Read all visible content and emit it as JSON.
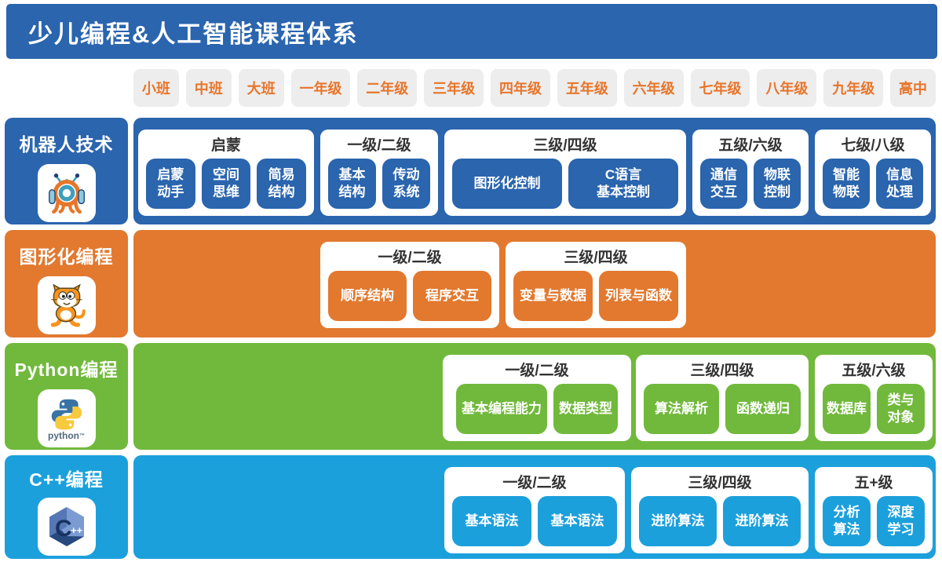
{
  "title": "少儿编程&人工智能课程体系",
  "grades": [
    "小班",
    "中班",
    "大班",
    "一年级",
    "二年级",
    "三年级",
    "四年级",
    "五年级",
    "六年级",
    "七年级",
    "八年级",
    "九年级",
    "高中"
  ],
  "palette": {
    "header_blue": "#2a65ae",
    "robotics_blue": "#2a65ae",
    "graphical_orange": "#e2792f",
    "python_green": "#71b93c",
    "cpp_cyan": "#1ca0dc",
    "grade_chip_bg": "#ededed",
    "grade_text_orange": "#e8752a",
    "card_text": "#333333"
  },
  "branding": {
    "python_wordmark": "python",
    "python_tm": "™",
    "cpp_letter": "C",
    "cpp_plus": "++"
  },
  "rows": [
    {
      "label": "机器人技术",
      "icon": "robot-icon",
      "cards": [
        {
          "level": "启蒙",
          "courses": [
            "启蒙\n动手",
            "空间\n思维",
            "简易\n结构"
          ]
        },
        {
          "level": "一级/二级",
          "courses": [
            "基本\n结构",
            "传动\n系统"
          ]
        },
        {
          "level": "三级/四级",
          "courses": [
            "图形化控制",
            "C语言\n基本控制"
          ]
        },
        {
          "level": "五级/六级",
          "courses": [
            "通信\n交互",
            "物联\n控制"
          ]
        },
        {
          "level": "七级/八级",
          "courses": [
            "智能\n物联",
            "信息\n处理"
          ]
        }
      ]
    },
    {
      "label": "图形化编程",
      "icon": "scratch-cat-icon",
      "cards": [
        {
          "level": "一级/二级",
          "courses": [
            "顺序结构",
            "程序交互"
          ]
        },
        {
          "level": "三级/四级",
          "courses": [
            "变量与数据",
            "列表与函数"
          ]
        }
      ]
    },
    {
      "label": "Python编程",
      "icon": "python-icon",
      "cards": [
        {
          "level": "一级/二级",
          "courses": [
            "基本编程能力",
            "数据类型"
          ]
        },
        {
          "level": "三级/四级",
          "courses": [
            "算法解析",
            "函数递归"
          ]
        },
        {
          "level": "五级/六级",
          "courses": [
            "数据库",
            "类与\n对象"
          ]
        }
      ]
    },
    {
      "label": "C++编程",
      "icon": "cpp-icon",
      "cards": [
        {
          "level": "一级/二级",
          "courses": [
            "基本语法",
            "基本语法"
          ]
        },
        {
          "level": "三级/四级",
          "courses": [
            "进阶算法",
            "进阶算法"
          ]
        },
        {
          "level": "五+级",
          "courses": [
            "分析\n算法",
            "深度\n学习"
          ]
        }
      ]
    }
  ]
}
